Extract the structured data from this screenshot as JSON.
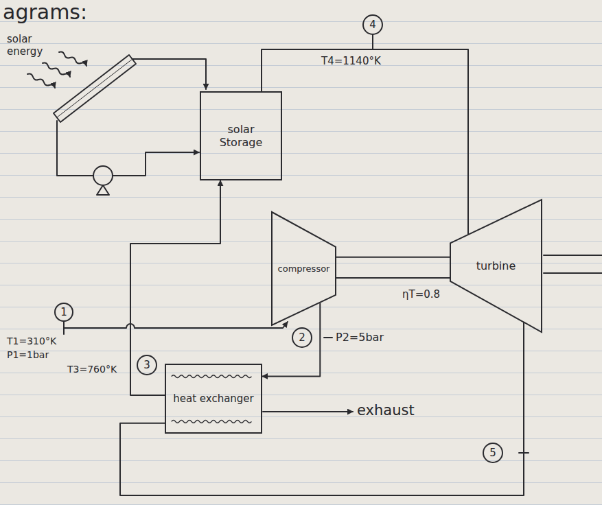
{
  "diagram": {
    "title": "agrams:",
    "nodes": [
      {
        "text": [
          "solar Storage"
        ]
      },
      {
        "text": [
          "compressor"
        ]
      },
      {
        "text": [
          "turbine"
        ]
      },
      {
        "text": [
          "heat exchanger"
        ]
      }
    ],
    "edges": [
      {
        "from": 1,
        "to": 3,
        "arrow": "to"
      },
      {
        "from": 3,
        "to": 0,
        "arrow": "to"
      },
      {
        "from": 0,
        "to": 2,
        "arrow": "none"
      },
      {
        "from": 2,
        "to": 3,
        "arrow": "none"
      },
      {
        "from": 1,
        "to": 2,
        "arrow": "none"
      }
    ],
    "labels": [
      "solar energy",
      "4",
      "T4=1140°K",
      "ηT=0.8",
      "1",
      "T1=310°K",
      "P1=1bar",
      "2",
      "P2=5bar",
      "3",
      "T3=760°K",
      "exhaust",
      "5"
    ]
  }
}
